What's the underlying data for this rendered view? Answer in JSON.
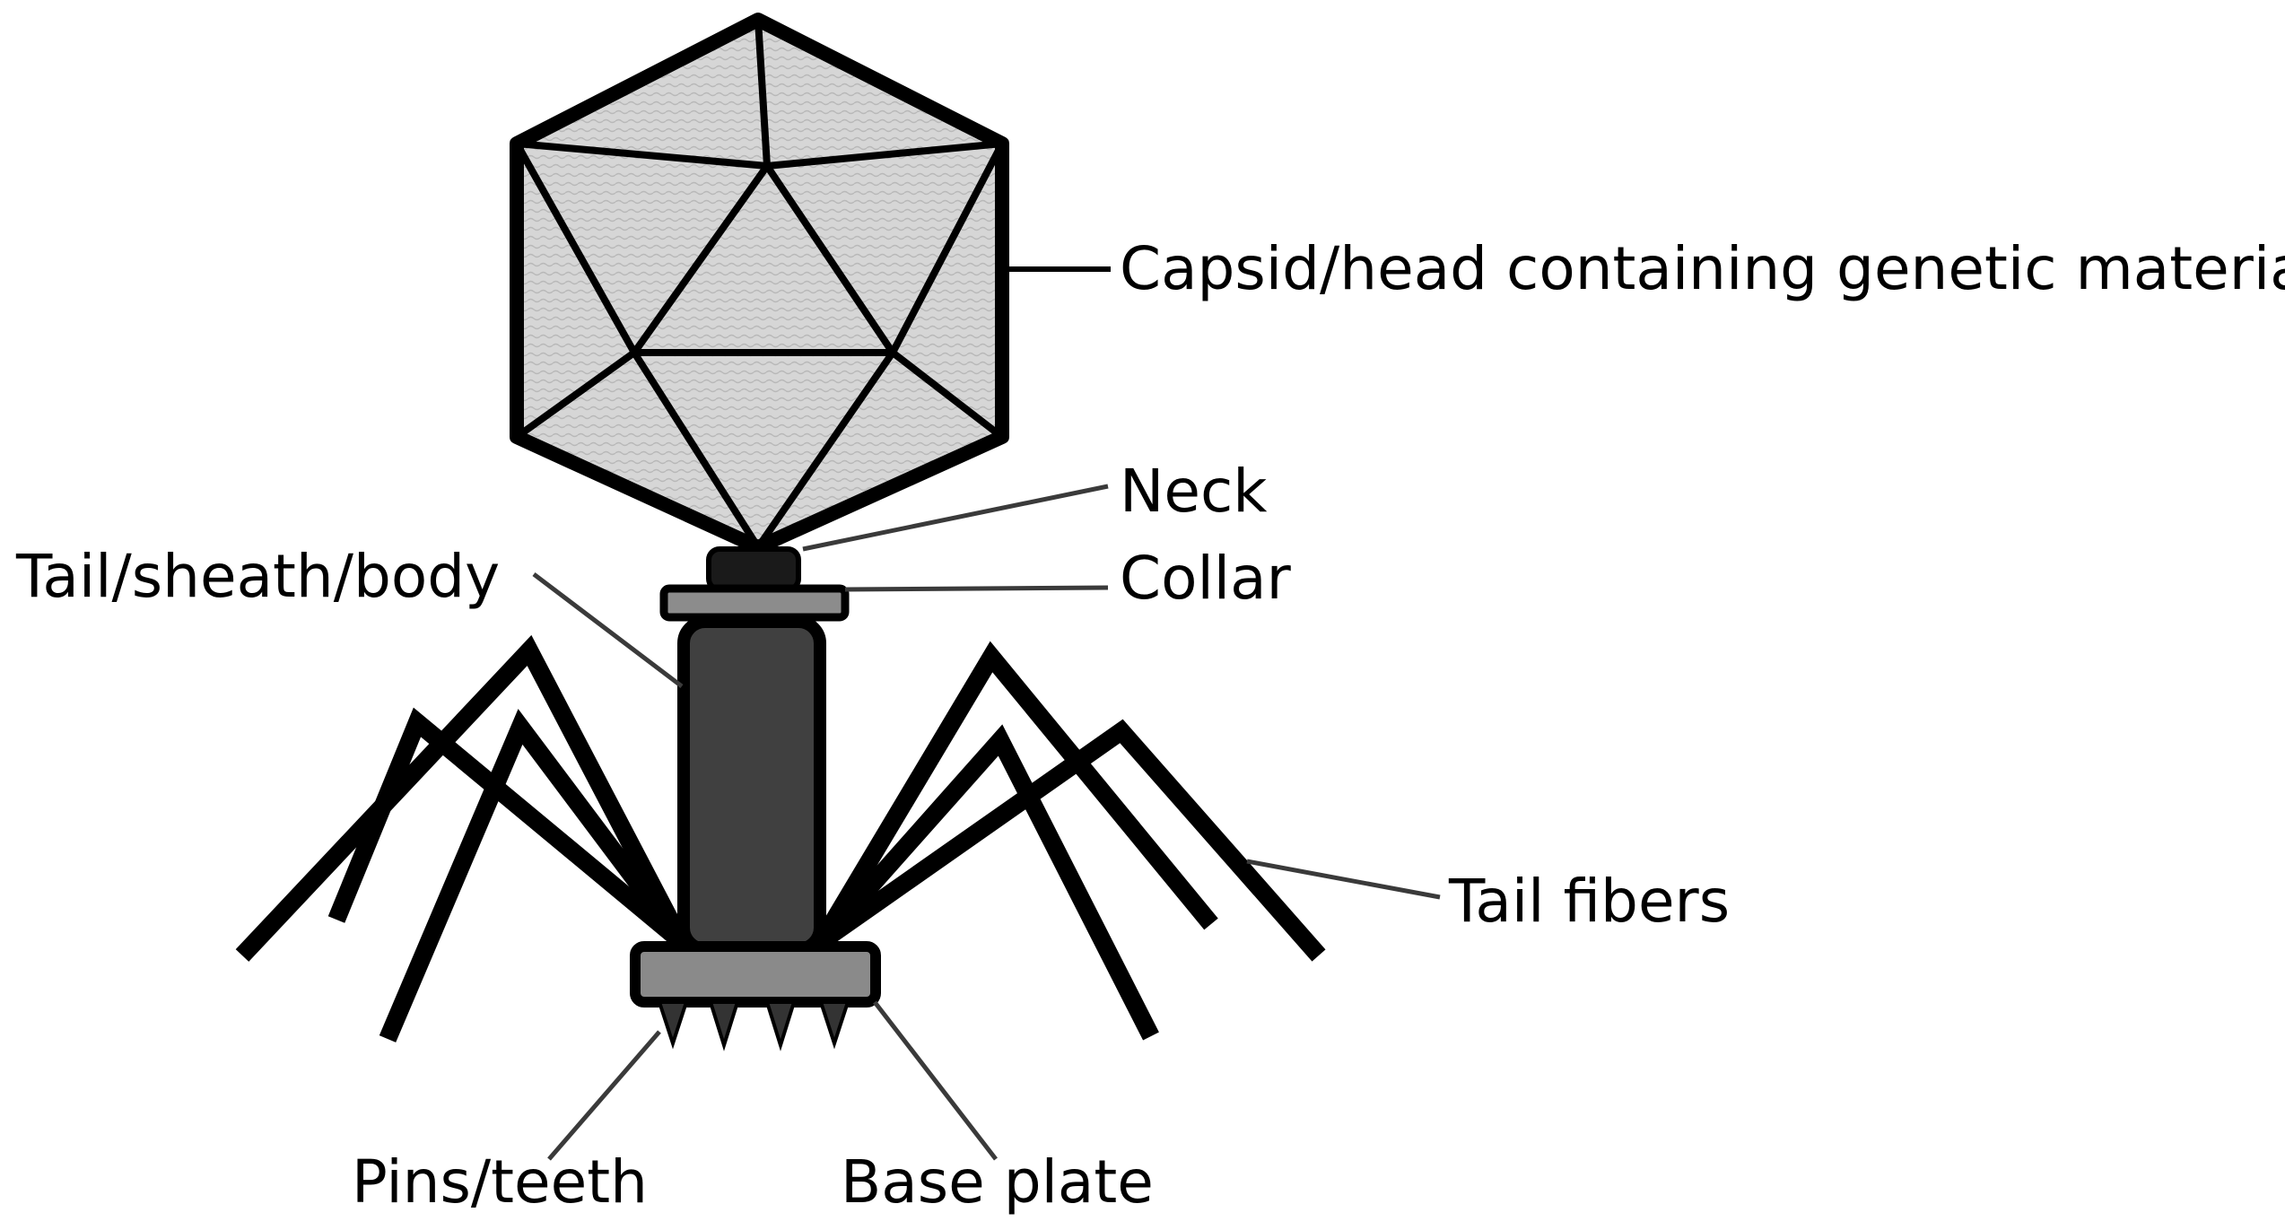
{
  "labels": {
    "capsid": "Capsid/head containing genetic material",
    "neck": "Neck",
    "collar": "Collar",
    "tail": "Tail/sheath/body",
    "tail_fibers": "Tail fibers",
    "pins": "Pins/teeth",
    "base_plate": "Base plate"
  },
  "colors": {
    "capsid_fill": "#d4d4d4",
    "outline": "#000000",
    "neck": "#1a1a1a",
    "collar": "#8c8c8c",
    "sheath": "#404040",
    "base_plate": "#8a8a8a",
    "pins": "#333333",
    "leader_line": "#3a3a3a"
  }
}
